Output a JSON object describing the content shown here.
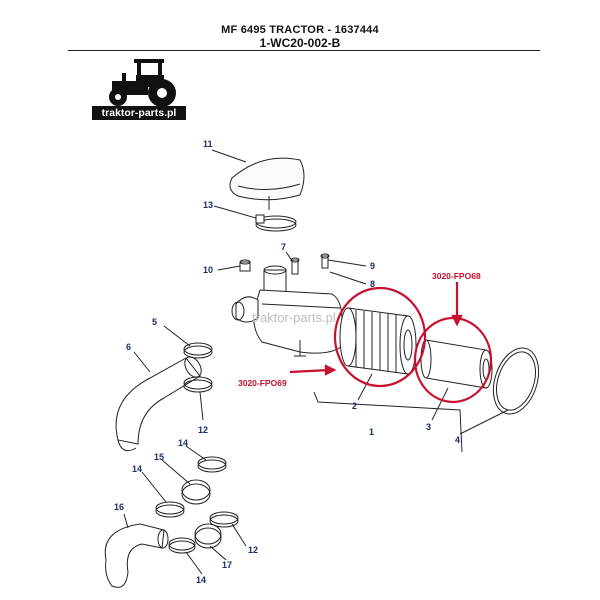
{
  "header": {
    "title": "MF 6495 TRACTOR - 1637444",
    "code": "1-WC20-002-B"
  },
  "logo": {
    "text": "traktor-parts.pl",
    "icon": "tractor-icon"
  },
  "watermark": "traktor-parts.pl",
  "callouts": {
    "p1": "1",
    "p2": "2",
    "p3": "3",
    "p4": "4",
    "p5": "5",
    "p6": "6",
    "p7": "7",
    "p8": "8",
    "p9": "9",
    "p10": "10",
    "p11": "11",
    "p12a": "12",
    "p12b": "12",
    "p13": "13",
    "p14a": "14",
    "p14b": "14",
    "p14c": "14",
    "p15": "15",
    "p16": "16",
    "p17": "17"
  },
  "references": {
    "outer_filter": "3020-FPO69",
    "inner_filter": "3020-FPO68"
  },
  "colors": {
    "callout": "#1a2d6b",
    "highlight": "#c8102e",
    "line": "#222222"
  }
}
